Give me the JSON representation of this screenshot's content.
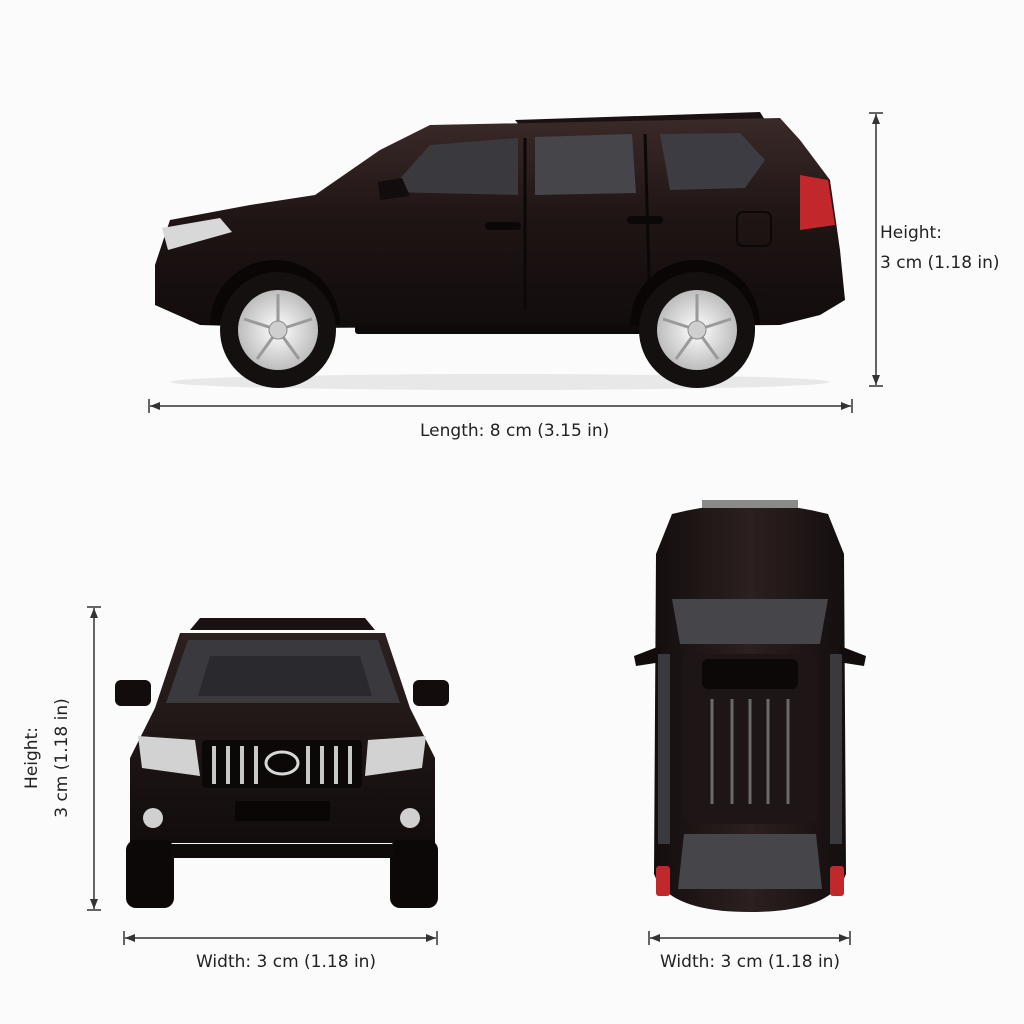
{
  "side_view": {
    "height_label_line1": "Height:",
    "height_label_line2": "3 cm (1.18 in)",
    "length_label": "Length: 8 cm (3.15 in)"
  },
  "front_view": {
    "height_label_line1": "Height:",
    "height_label_line2": "3 cm (1.18 in)",
    "width_label": "Width: 3 cm (1.18 in)"
  },
  "top_view": {
    "width_label": "Width: 3 cm (1.18 in)"
  },
  "colors": {
    "body": "#1e1414",
    "glass": "#3a3a3e",
    "tail_light": "#c0282c",
    "rim": "#e6e6e6",
    "dimension_line": "#333333"
  }
}
